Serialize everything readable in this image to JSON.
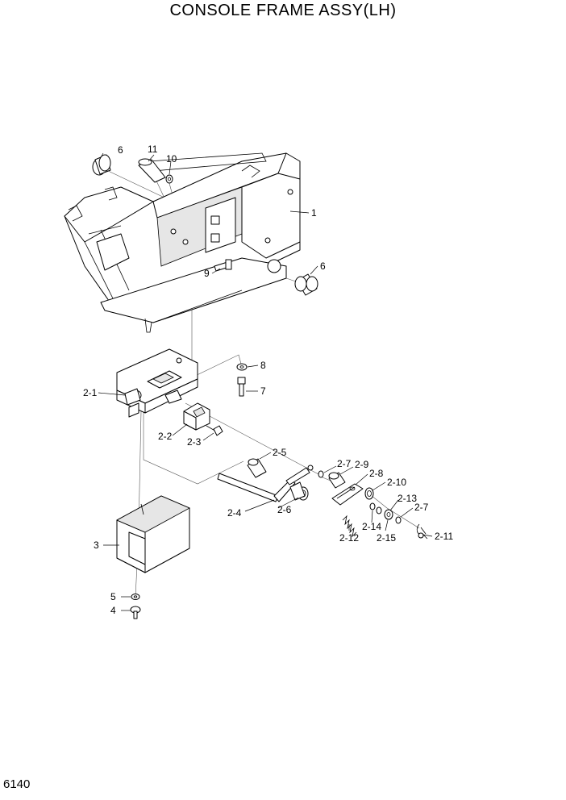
{
  "title": "CONSOLE FRAME ASSY(LH)",
  "page_number": "6140",
  "callouts": {
    "c1": "1",
    "c2_1": "2-1",
    "c2_2": "2-2",
    "c2_3": "2-3",
    "c2_4": "2-4",
    "c2_5": "2-5",
    "c2_6": "2-6",
    "c2_7a": "2-7",
    "c2_7b": "2-7",
    "c2_8": "2-8",
    "c2_9": "2-9",
    "c2_10": "2-10",
    "c2_11": "2-11",
    "c2_12": "2-12",
    "c2_13": "2-13",
    "c2_14": "2-14",
    "c2_15": "2-15",
    "c3": "3",
    "c4": "4",
    "c5": "5",
    "c6a": "6",
    "c6b": "6",
    "c7": "7",
    "c8": "8",
    "c9": "9",
    "c10": "10",
    "c11": "11"
  }
}
